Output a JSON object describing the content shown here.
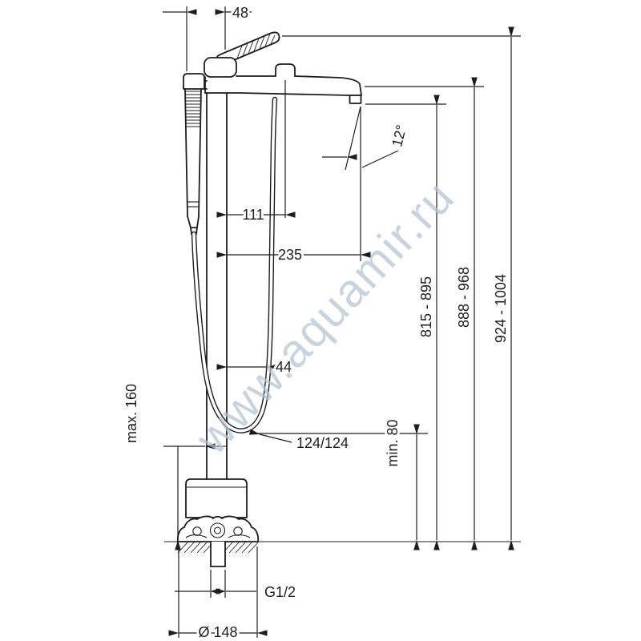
{
  "drawing": {
    "title": "Freestanding bath mixer installation dimension drawing",
    "watermark": "www.aquamir.ru",
    "labels": {
      "handle_width": "48",
      "spout_angle": "12°",
      "diverter_reach": "111",
      "spout_reach": "235",
      "height_spout": "815 - 895",
      "height_body": "888 - 968",
      "height_total": "924 - 1004",
      "hose_offset": "44",
      "base_max": "max. 160",
      "hose_dim": "124/124",
      "floor_min": "min. 80",
      "connection_thread": "G1/2",
      "base_diameter": "Ø 148"
    },
    "colors": {
      "line": "#1d1d1d",
      "watermark": "#b4c3d2",
      "background": "#ffffff"
    }
  }
}
